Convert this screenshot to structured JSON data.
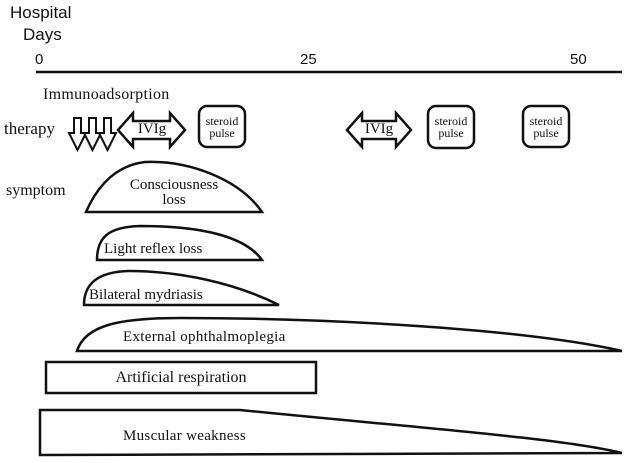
{
  "axis": {
    "title_line1": "Hospital",
    "title_line2": "Days",
    "ticks": [
      "0",
      "25",
      "50"
    ]
  },
  "rows": {
    "therapy": "therapy",
    "symptom": "symptom"
  },
  "therapy": {
    "immunoadsorption": "Immunoadsorption",
    "ivig_1": "IVIg",
    "steroid_1": [
      "steroid",
      "pulse"
    ],
    "ivig_2": "IVIg",
    "steroid_2": [
      "steroid",
      "pulse"
    ],
    "steroid_3": [
      "steroid",
      "pulse"
    ]
  },
  "symptoms": {
    "consciousness": [
      "Consciousness",
      "loss"
    ],
    "light_reflex": "Light reflex loss",
    "mydriasis": "Bilateral mydriasis",
    "ophthalmoplegia": "External ophthalmoplegia",
    "respiration": "Artificial respiration",
    "weakness": "Muscular weakness"
  },
  "colors": {
    "ink": "#111111",
    "background": "#ffffff"
  }
}
